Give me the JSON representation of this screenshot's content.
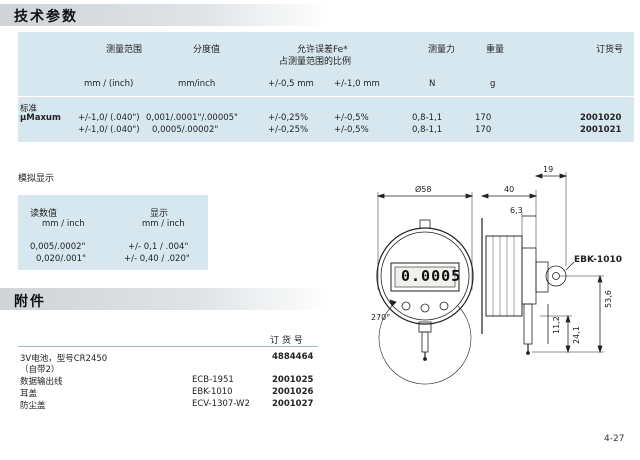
{
  "sections": {
    "specs_title": "技术参数",
    "analog_title": "模拟显示",
    "accessories_title": "附件"
  },
  "specs": {
    "headers": {
      "range": "测量范围",
      "resolution": "分度值",
      "error_line1": "允许误差Fe*",
      "error_line2": "占测量范围的比例",
      "force": "测量力",
      "weight": "重量",
      "order": "订货号"
    },
    "units": {
      "range": "mm / (inch)",
      "resolution": "mm/inch",
      "err1": "+/-0,5 mm",
      "err2": "+/-1,0 mm",
      "force": "N",
      "weight": "g"
    },
    "label_line1": "标准",
    "label_line2": "μMaxum",
    "rows": [
      {
        "range": "+/-1,0/ (.040\")",
        "resolution": "0,001/.0001\"/.00005\"",
        "err1": "+/-0,25%",
        "err2": "+/-0,5%",
        "force": "0,8-1,1",
        "weight": "170",
        "order": "2001020"
      },
      {
        "range": "+/-1,0/ (.040\")",
        "resolution": "0,0005/.00002\"",
        "err1": "+/-0,25%",
        "err2": "+/-0,5%",
        "force": "0,8-1,1",
        "weight": "170",
        "order": "2001021"
      }
    ]
  },
  "analog": {
    "header_reading": "读数值",
    "unit_reading": "mm / inch",
    "header_display": "显示",
    "unit_display": "mm / inch",
    "rows": [
      {
        "reading": "0,005/.0002\"",
        "display": "+/- 0,1 / .004\""
      },
      {
        "reading": "0,020/.001\"",
        "display": "+/- 0,40 / .020\""
      }
    ]
  },
  "accessories": {
    "order_header": "订 货 号",
    "items": [
      {
        "name": "3V电池，型号CR2450",
        "model": "",
        "order": "4884464"
      },
      {
        "name": "（自带2）",
        "model": "",
        "order": ""
      },
      {
        "name": "数据输出线",
        "model": "ECB-1951",
        "order": "2001025"
      },
      {
        "name": "耳盖",
        "model": "EBK-1010",
        "order": "2001026"
      },
      {
        "name": "防尘盖",
        "model": "ECV-1307-W2",
        "order": "2001027"
      }
    ]
  },
  "drawing": {
    "display_value": "0.0005",
    "dims": {
      "diameter": "Ø58",
      "depth": "40",
      "cap": "19",
      "offset": "6,3",
      "height": "53,6",
      "stem": "24,1",
      "tip": "11,2",
      "angle": "270°"
    },
    "callout": "EBK-1010"
  },
  "page_number": "4-27"
}
